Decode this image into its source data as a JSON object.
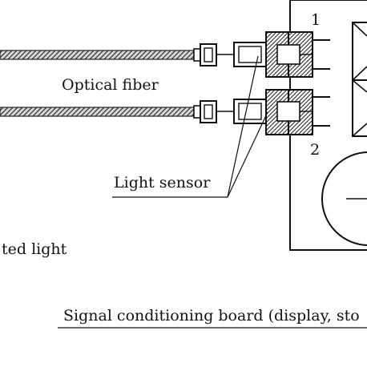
{
  "labels": {
    "channel_1": "1",
    "channel_2": "2",
    "optical_fiber": "Optical fiber",
    "light_sensor": "Light sensor",
    "transmitted_light": "ted light",
    "board": "Signal conditioning board (display, sto"
  },
  "colors": {
    "ink": "#111111",
    "hatch": "#2a2a2a",
    "fiber_core": "#c9c9c9"
  }
}
